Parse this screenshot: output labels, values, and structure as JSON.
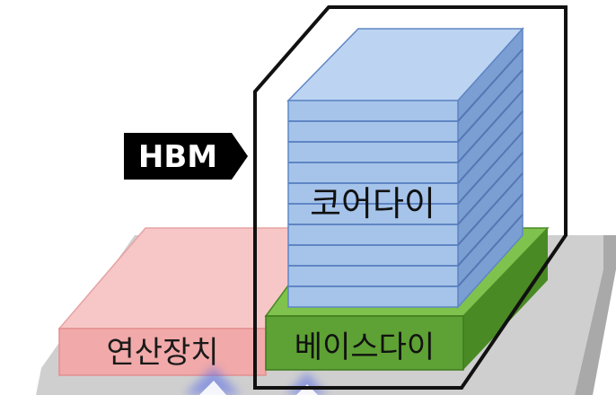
{
  "labels": {
    "hbm": "HBM",
    "core_die": "코어다이",
    "compute_unit": "연산장치",
    "base_die": "베이스다이"
  },
  "stack": {
    "core_die_layers": 10
  },
  "colors": {
    "core_die_front": "#a6c4ea",
    "core_die_side": "#7b9ed3",
    "core_die_top": "#bcd4f2",
    "layer_line": "#5f86c4",
    "base_die_front": "#5ea134",
    "base_die_top": "#7fc24d",
    "base_die_side": "#4a8a25",
    "compute_front": "#f1a9a9",
    "compute_top": "#f7c7c7",
    "substrate_top": "#cfcfcf",
    "substrate_front": "#a9a9a9",
    "outline": "#111111",
    "hbm_tag_bg": "#000000",
    "hbm_tag_text": "#ffffff",
    "glow": "#5b6ee8"
  }
}
